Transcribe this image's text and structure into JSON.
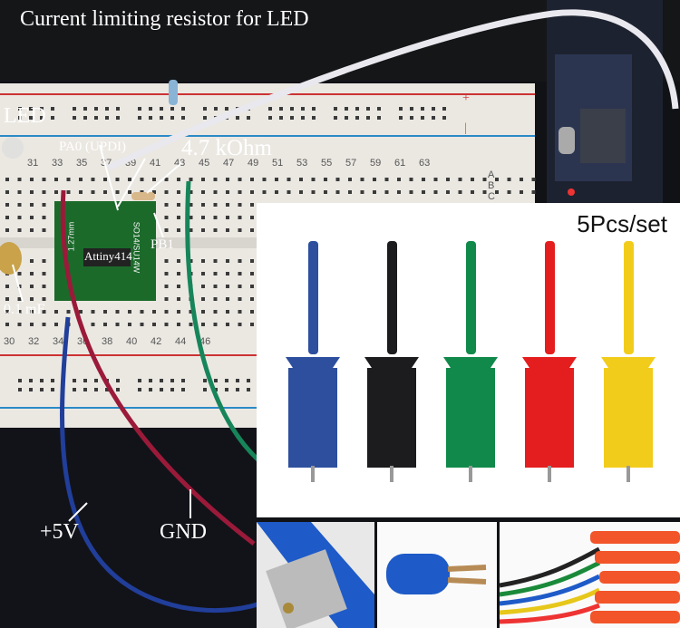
{
  "annotations": {
    "resistor_led": "Current limiting resistor for LED",
    "led": "LED",
    "pa0": "PA0 (UPDI)",
    "resistor_47k": "4.7 kOhm",
    "chip": "Attiny414",
    "pb1": "PB1",
    "cap": "0.1 mF",
    "vcc": "+5V",
    "gnd": "GND"
  },
  "product": {
    "set_label": "5Pcs/set",
    "clip_colors": [
      "#2d4f9e",
      "#1c1c1e",
      "#11894a",
      "#e41e1e",
      "#f2cc1b"
    ]
  },
  "breadboard": {
    "top_numbers": [
      "31",
      "33",
      "35",
      "37",
      "39",
      "41",
      "43",
      "45",
      "47",
      "49",
      "51",
      "53",
      "55",
      "57",
      "59",
      "61",
      "63"
    ],
    "row_letters": [
      "A",
      "B",
      "C"
    ],
    "bottom_numbers": [
      "30",
      "32",
      "34",
      "36",
      "38",
      "40",
      "42",
      "44",
      "46"
    ],
    "pcb_text": [
      "1.27mm",
      "SO14/SU14W"
    ]
  }
}
